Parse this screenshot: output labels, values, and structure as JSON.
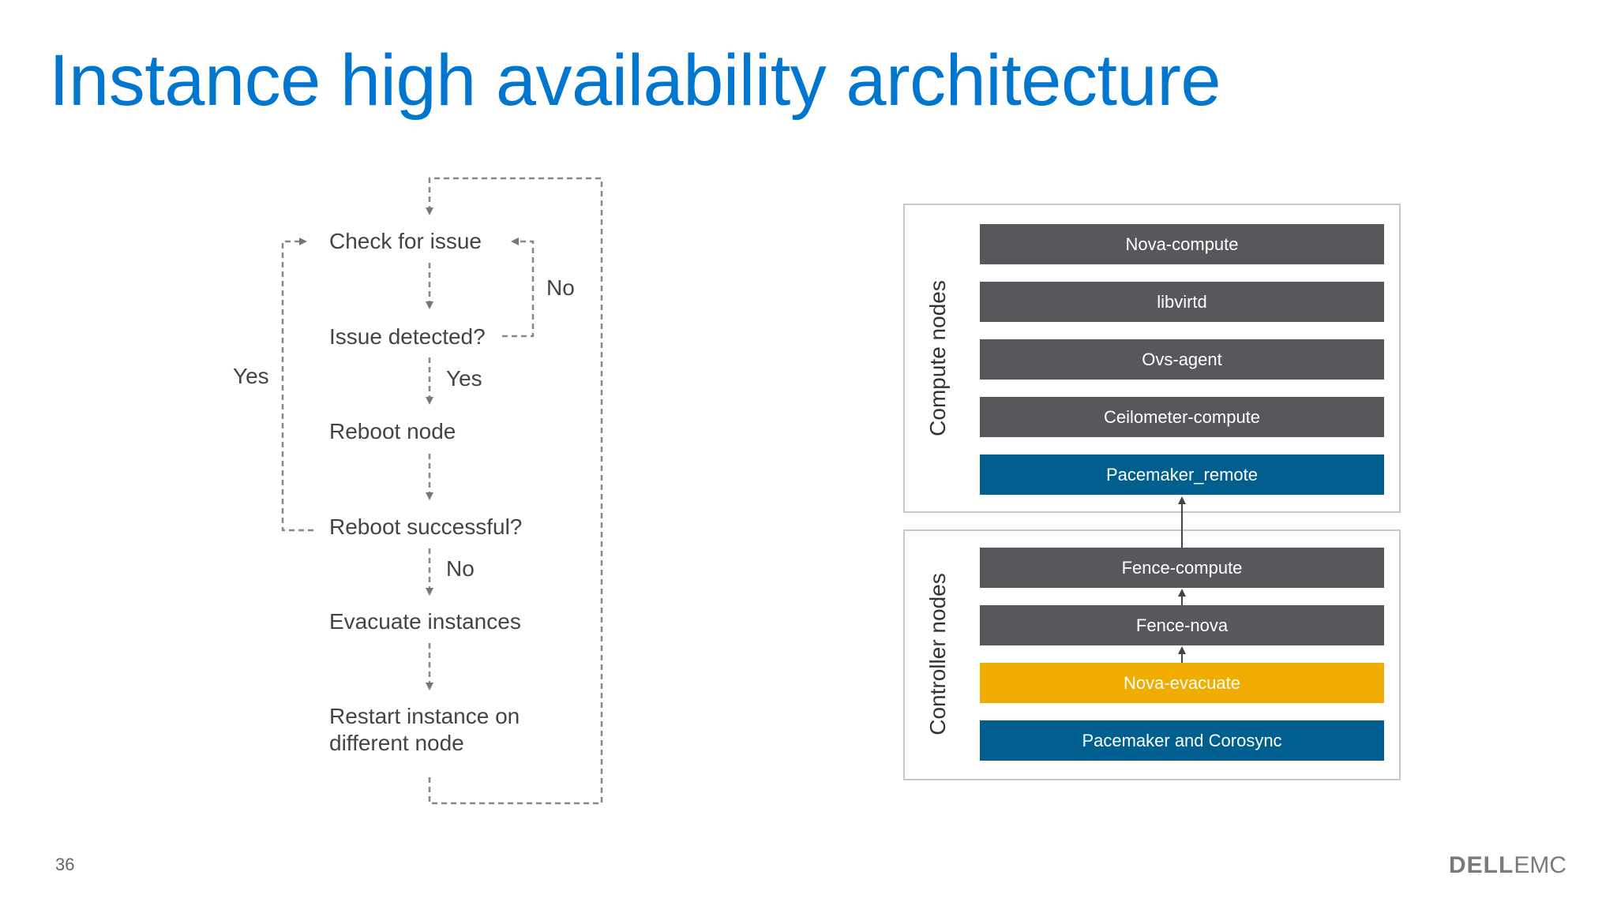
{
  "slide": {
    "title": "Instance high availability architecture",
    "page_number": "36"
  },
  "flowchart": {
    "steps": [
      "Check for issue",
      "Issue detected?",
      "Reboot node",
      "Reboot successful?",
      "Evacuate instances",
      "Restart instance on different node"
    ],
    "edge_labels": {
      "detected_no": "No",
      "detected_yes": "Yes",
      "reboot_yes": "Yes",
      "reboot_no": "No"
    }
  },
  "stack": {
    "compute_group": {
      "label": "Compute nodes",
      "components": [
        "Nova-compute",
        "libvirtd",
        "Ovs-agent",
        "Ceilometer-compute",
        "Pacemaker_remote"
      ]
    },
    "controller_group": {
      "label": "Controller nodes",
      "components": [
        "Fence-compute",
        "Fence-nova",
        "Nova-evacuate",
        "Pacemaker and Corosync"
      ]
    }
  },
  "logo": {
    "brand_left": "DELL",
    "brand_right": "EMC"
  },
  "colors": {
    "title": "#0076ce",
    "component_dark": "#58575b",
    "component_blue": "#005f8e",
    "component_yellow": "#f0ad00"
  }
}
